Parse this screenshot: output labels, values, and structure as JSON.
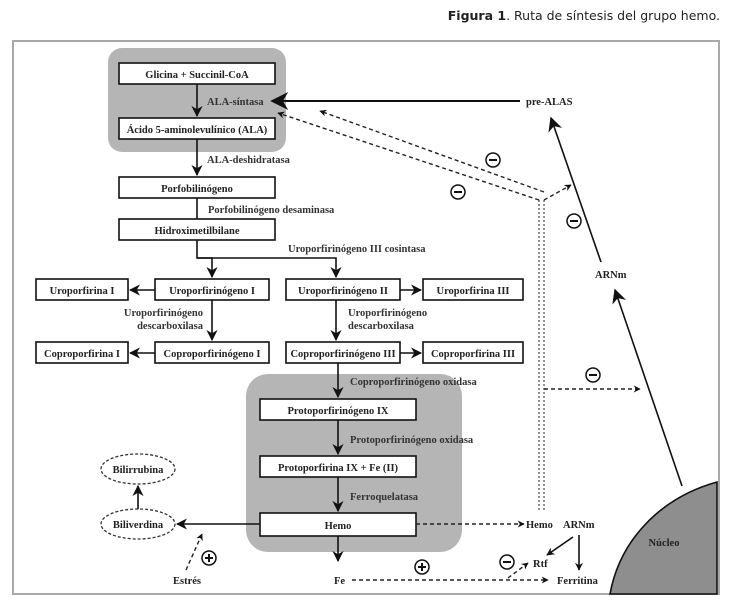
{
  "caption": {
    "label": "Figura 1",
    "text": ". Ruta de síntesis del grupo hemo."
  },
  "nodes": {
    "glicina": "Glicina + Succinil-CoA",
    "ala": "Ácido 5-aminolevulínico (ALA)",
    "porfobilinogeno": "Porfobilinógeno",
    "hidroximetilbilane": "Hidroximetilbilane",
    "uroporfirina1": "Uroporfirina I",
    "uroporfirinogeno1": "Uroporfirinógeno I",
    "uroporfirinogeno2": "Uroporfirinógeno II",
    "uroporfirina3": "Uroporfirina III",
    "coproporfirina1": "Coproporfirina I",
    "coproporfirinogeno1": "Coproporfirinógeno I",
    "coproporfirinogeno3": "Coproporfirinógeno III",
    "coproporfirina3": "Coproporfirina III",
    "protoporfirinogeno9": "Protoporfirinógeno IX",
    "protoporfirina9fe": "Protoporfirina IX + Fe (II)",
    "hemo": "Hemo",
    "bilirrubina": "Bilirrubina",
    "biliverdina": "Biliverdina",
    "estres": "Estrés",
    "fe": "Fe",
    "hemo_reg": "Hemo",
    "arnm_bottom": "ARNm",
    "rtf": "Rtf",
    "ferritina": "Ferritina",
    "nucleo": "Núcleo",
    "pre_alas": "pre-ALAS",
    "arnm_right": "ARNm"
  },
  "enzymes": {
    "ala_sintasa": "ALA-síntasa",
    "ala_deshidratasa": "ALA-deshidratasa",
    "pbg_desaminasa": "Porfobilinógeno desaminasa",
    "uro3_cosintasa": "Uroporfirinógeno III cosintasa",
    "uro_descarb_l1": "Uroporfirinógeno",
    "uro_descarb_l2": "descarboxilasa",
    "uro_descarb_r1": "Uroporfirinógeno",
    "uro_descarb_r2": "descarboxilasa",
    "copro_oxidasa": "Coproporfirinógeno oxidasa",
    "proto_oxidasa": "Protoporfirinógeno oxidasa",
    "ferroquelatasa": "Ferroquelatasa"
  },
  "regulation_signs": {
    "minus": "−",
    "plus": "+"
  }
}
